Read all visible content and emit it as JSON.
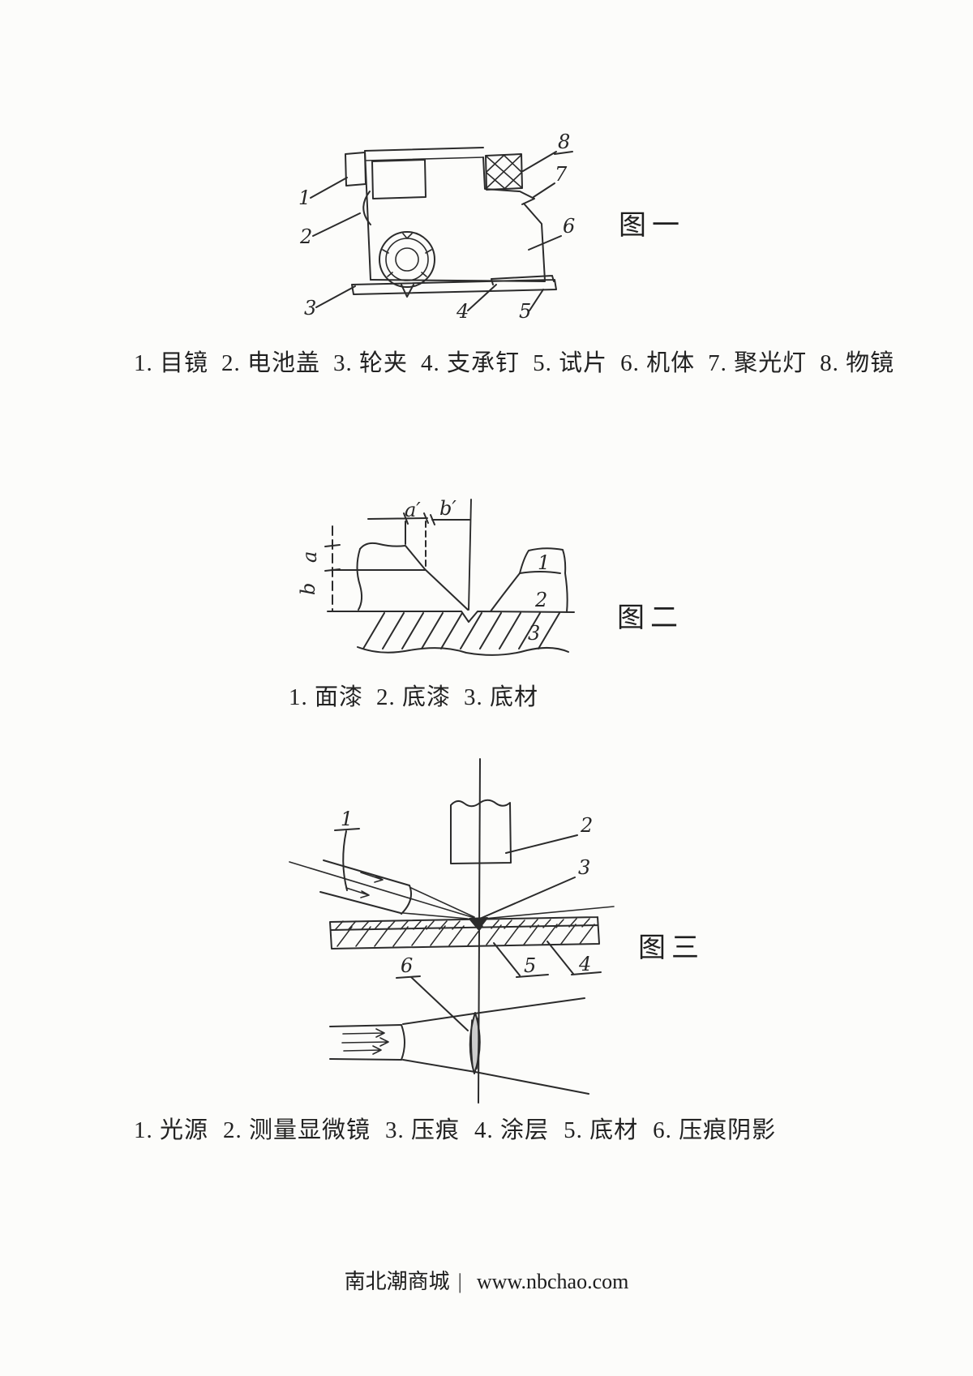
{
  "page": {
    "background_color": "#fcfcfa",
    "ink_color": "#2b2b2b"
  },
  "figure1": {
    "label": "图一",
    "caption_items": [
      "1. 目镜",
      "2. 电池盖",
      "3. 轮夹",
      "4. 支承钉",
      "5. 试片",
      "6. 机体",
      "7. 聚光灯",
      "8. 物镜"
    ],
    "callouts": [
      "1",
      "2",
      "3",
      "4",
      "5",
      "6",
      "7",
      "8"
    ]
  },
  "figure2": {
    "label": "图二",
    "caption_items": [
      "1. 面漆",
      "2. 底漆",
      "3. 底材"
    ],
    "dims": {
      "a_prime": "a′",
      "b_prime": "b′",
      "a": "a",
      "b": "b"
    },
    "parts": [
      "1",
      "2",
      "3"
    ]
  },
  "figure3": {
    "label": "图三",
    "caption_items": [
      "1. 光源",
      "2. 测量显微镜",
      "3. 压痕",
      "4. 涂层",
      "5. 底材",
      "6. 压痕阴影"
    ],
    "callouts": [
      "1",
      "2",
      "3",
      "4",
      "5",
      "6"
    ]
  },
  "footer": {
    "site_name": "南北潮商城",
    "separator": "|",
    "url": "www.nbchao.com"
  }
}
